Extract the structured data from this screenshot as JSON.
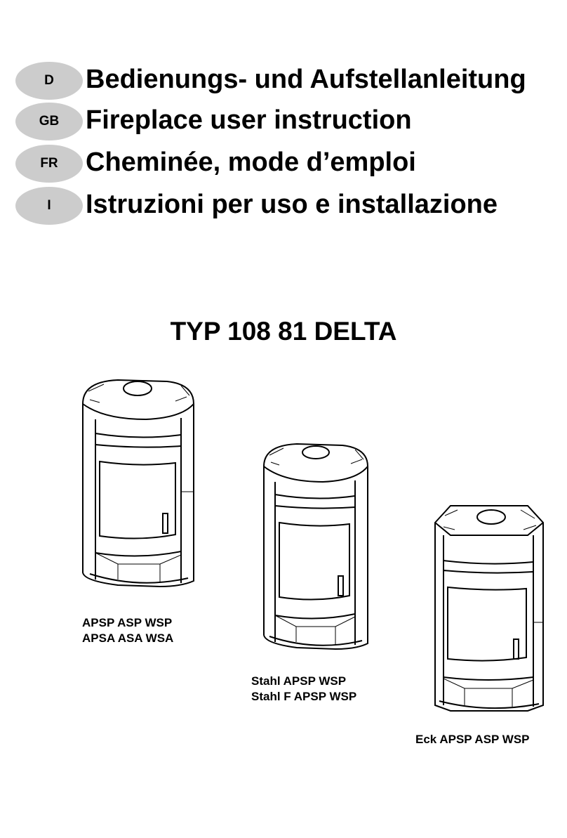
{
  "languages": [
    {
      "code": "D",
      "title": "Bedienungs- und Aufstellanleitung"
    },
    {
      "code": "GB",
      "title": "Fireplace user instruction"
    },
    {
      "code": "FR",
      "title": "Cheminée, mode d’emploi"
    },
    {
      "code": "I",
      "title": "Istruzioni per uso e installazione"
    }
  ],
  "model": "TYP 108 81 DELTA",
  "variants": {
    "round": {
      "line1": "APSP ASP WSP",
      "line2": "APSA ASA WSA"
    },
    "steel": {
      "line1": "Stahl APSP WSP",
      "line2": "Stahl F APSP WSP"
    },
    "corner": {
      "line1": "Eck APSP ASP WSP"
    }
  },
  "colors": {
    "badge": "#cccccc",
    "ink": "#000000",
    "background": "#ffffff"
  }
}
